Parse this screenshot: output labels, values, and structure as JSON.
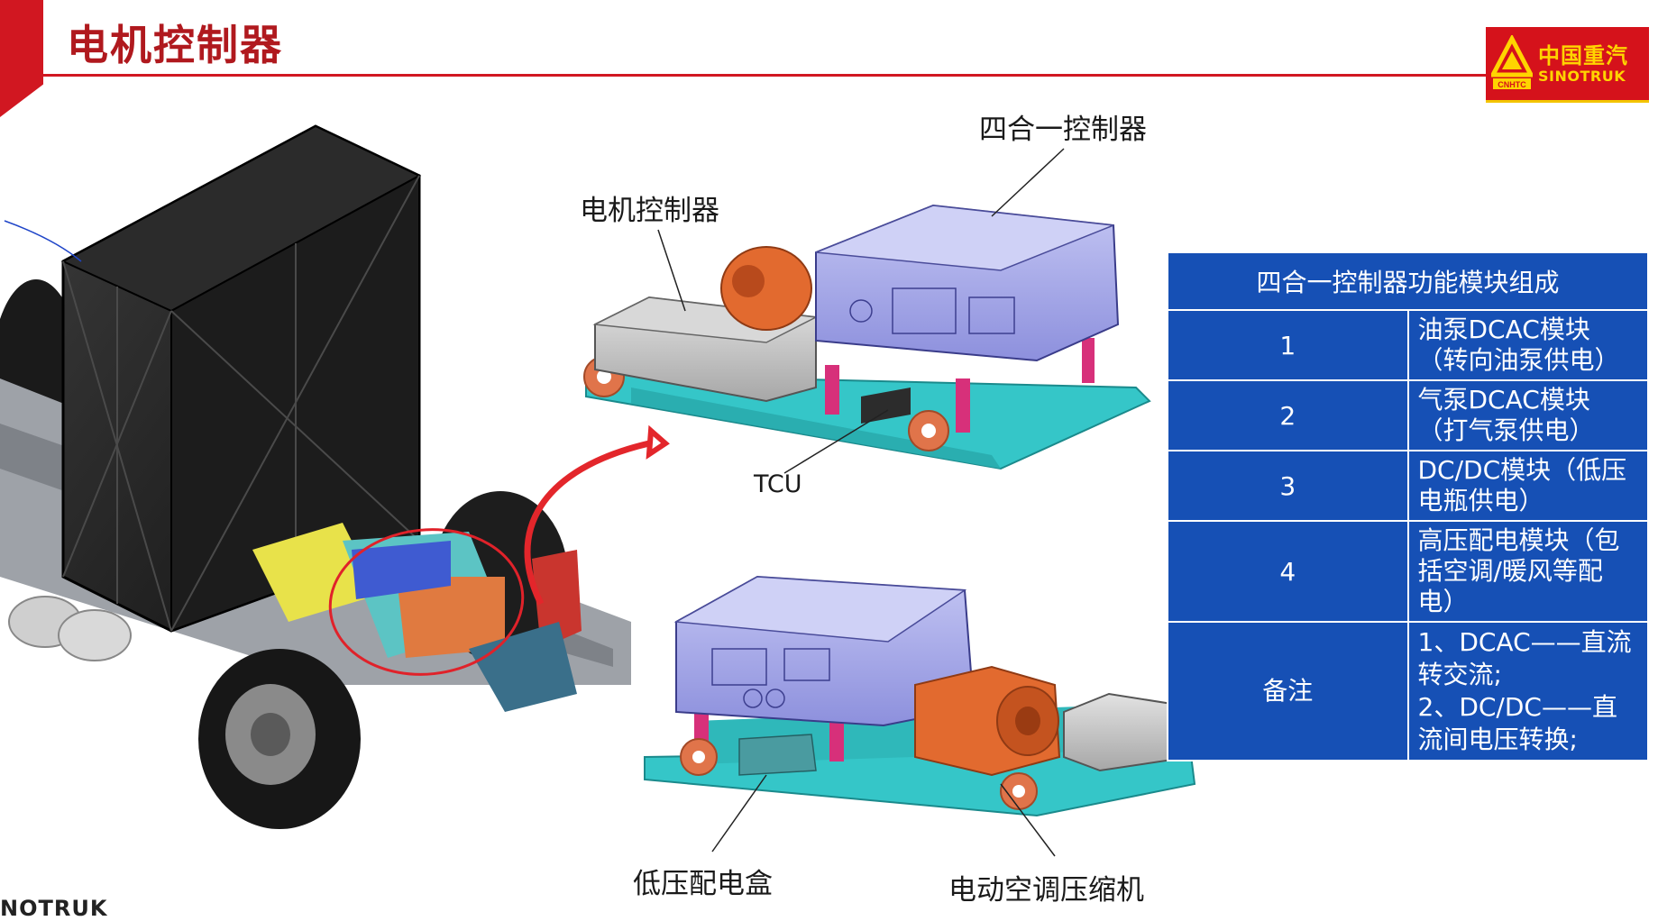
{
  "header": {
    "title": "电机控制器"
  },
  "logo": {
    "cn": "中国重汽",
    "en": "SINOTRUK",
    "emblem_text": "CNHTC"
  },
  "labels": {
    "four_in_one": "四合一控制器",
    "motor_controller": "电机控制器",
    "tcu": "TCU",
    "low_voltage_box": "低压配电盒",
    "ac_compressor": "电动空调压缩机"
  },
  "table": {
    "title": "四合一控制器功能模块组成",
    "rows": [
      {
        "num": "1",
        "text": "油泵DCAC模块（转向油泵供电）"
      },
      {
        "num": "2",
        "text": "气泵DCAC模块（打气泵供电）"
      },
      {
        "num": "3",
        "text": "DC/DC模块（低压电瓶供电）"
      },
      {
        "num": "4",
        "text": "高压配电模块（包括空调/暖风等配电）"
      }
    ],
    "note_label": "备注",
    "notes": [
      "1、DCAC——直流转交流;",
      "2、DC/DC——直流间电压转换;"
    ]
  },
  "footer": {
    "brand": "NOTRUK"
  },
  "colors": {
    "brand_red": "#d11721",
    "table_blue": "#1650b5",
    "logo_yellow": "#ffd400",
    "frame_teal": "#34c9c9",
    "controller_lavender": "#a7a9ec",
    "motor_orange": "#e4692e"
  }
}
